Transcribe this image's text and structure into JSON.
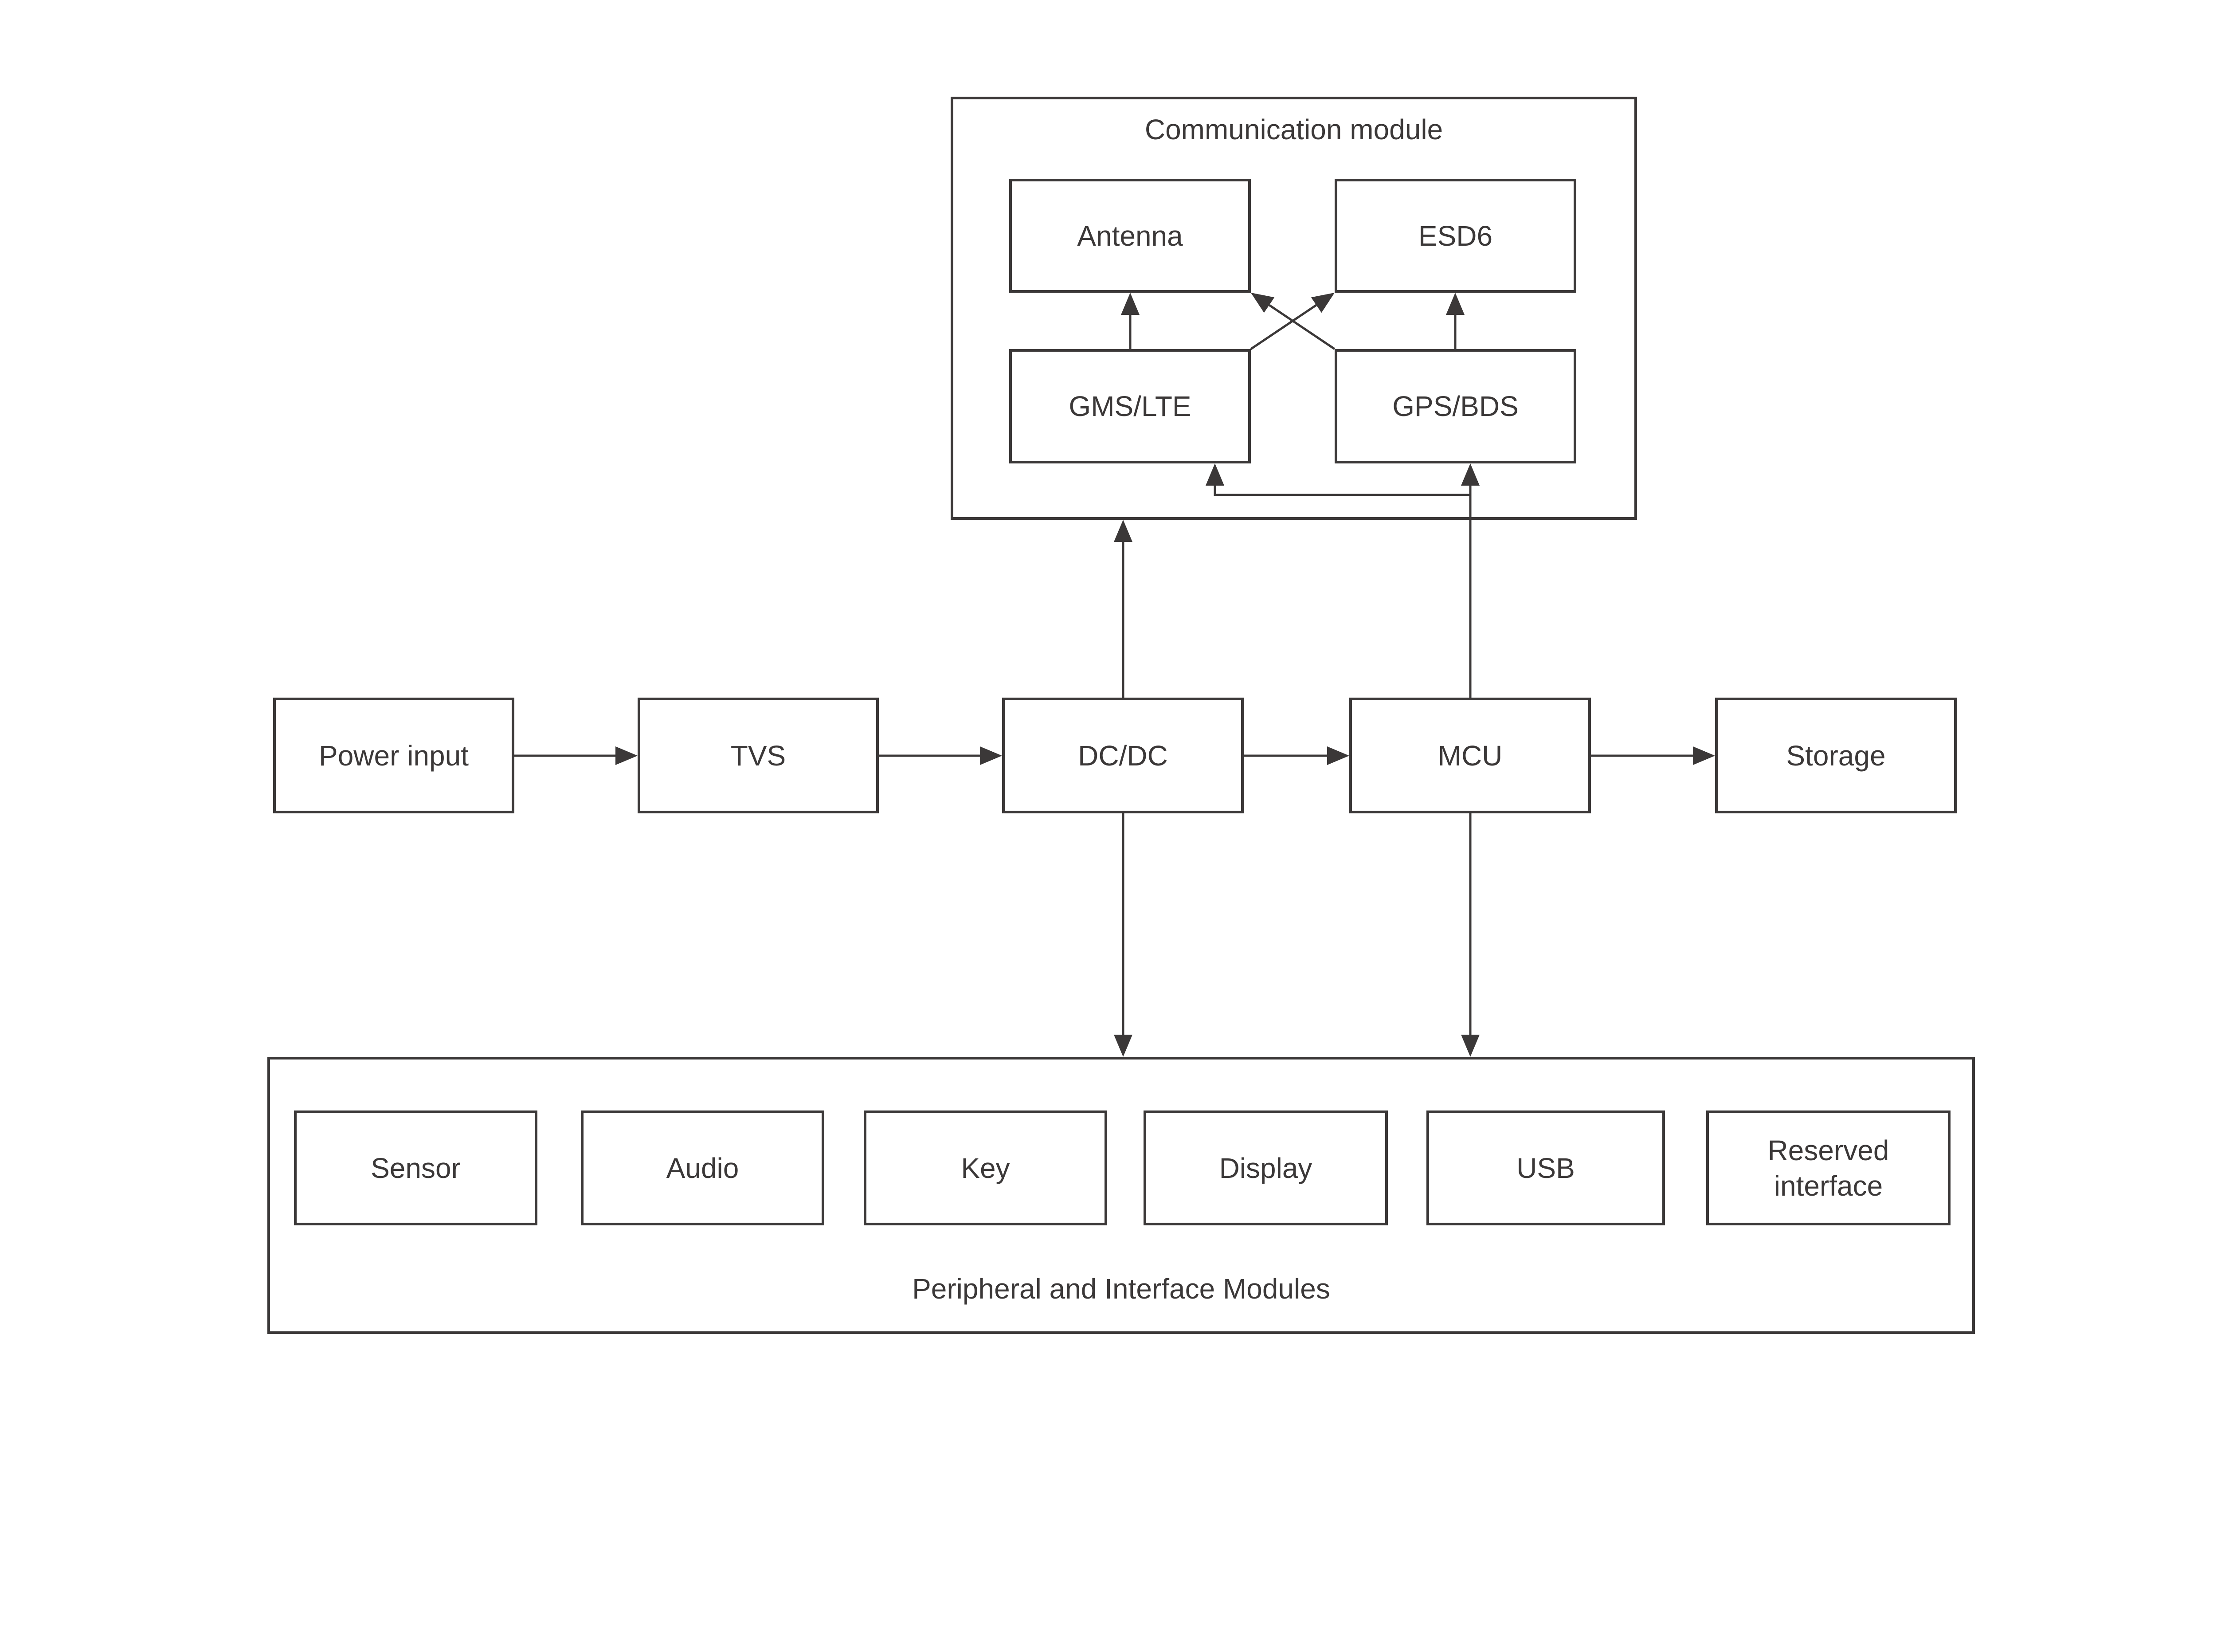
{
  "diagram": {
    "communication": {
      "title": "Communication module",
      "boxes": [
        {
          "label": "Antenna"
        },
        {
          "label": "ESD6"
        },
        {
          "label": "GMS/LTE"
        },
        {
          "label": "GPS/BDS"
        }
      ]
    },
    "main_flow": [
      {
        "label": "Power input"
      },
      {
        "label": "TVS"
      },
      {
        "label": "DC/DC"
      },
      {
        "label": "MCU"
      },
      {
        "label": "Storage"
      }
    ],
    "peripheral": {
      "title": "Peripheral and Interface Modules",
      "boxes": [
        {
          "label": "Sensor"
        },
        {
          "label": "Audio"
        },
        {
          "label": "Key"
        },
        {
          "label": "Display"
        },
        {
          "label": "USB"
        },
        {
          "label": "Reserved interface"
        }
      ]
    },
    "connections": [
      {
        "from": "Power input",
        "to": "TVS"
      },
      {
        "from": "TVS",
        "to": "DC/DC"
      },
      {
        "from": "DC/DC",
        "to": "MCU"
      },
      {
        "from": "MCU",
        "to": "Storage"
      },
      {
        "from": "GMS/LTE",
        "to": "Antenna"
      },
      {
        "from": "GMS/LTE",
        "to": "ESD6"
      },
      {
        "from": "GPS/BDS",
        "to": "Antenna"
      },
      {
        "from": "GPS/BDS",
        "to": "ESD6"
      },
      {
        "from": "MCU",
        "to": "GPS/BDS"
      },
      {
        "from": "MCU",
        "to": "GMS/LTE"
      },
      {
        "from": "DC/DC",
        "to": "Communication module"
      },
      {
        "from": "DC/DC",
        "to": "Peripheral and Interface Modules"
      },
      {
        "from": "MCU",
        "to": "Peripheral and Interface Modules"
      }
    ],
    "colors": {
      "line": "#3b3838",
      "text": "#3b3838",
      "background": "#ffffff"
    }
  }
}
